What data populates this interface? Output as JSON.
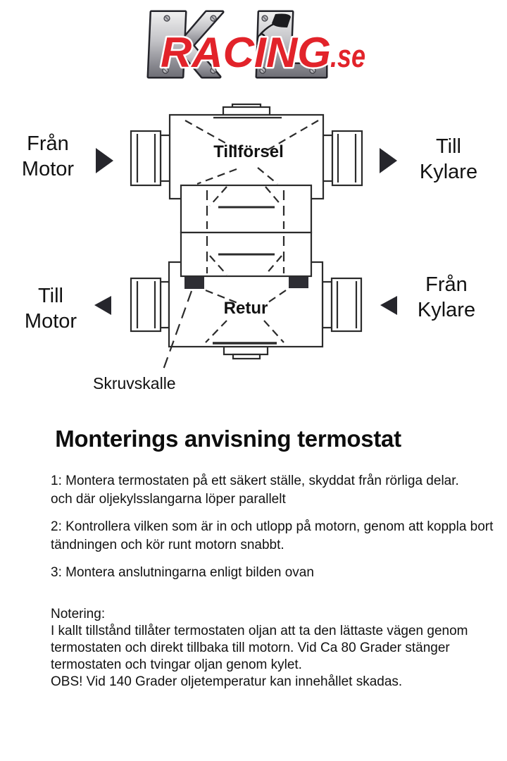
{
  "logo": {
    "letters": "KL",
    "brand": "RACING",
    "tld": ".se",
    "colors": {
      "brand_red": "#e2232a",
      "metal_light": "#ededed",
      "metal_dark": "#7e7e85"
    }
  },
  "diagram": {
    "supply_label": "Tillförsel",
    "return_label": "Retur",
    "callout_label": "Skruvskalle",
    "corners": {
      "top_left": [
        "Från",
        "Motor"
      ],
      "top_right": [
        "Till",
        "Kylare"
      ],
      "bottom_left": [
        "Till",
        "Motor"
      ],
      "bottom_right": [
        "Från",
        "Kylare"
      ]
    }
  },
  "instructions": {
    "title": "Monterings anvisning termostat",
    "steps": [
      {
        "lines": [
          "1: Montera termostaten på ett säkert ställe, skyddat från rörliga delar.",
          "och där oljekylsslangarna löper parallelt"
        ]
      },
      {
        "lines": [
          "2: Kontrollera vilken som är in och utlopp på motorn, genom att koppla bort",
          "tändningen och kör runt motorn snabbt."
        ]
      },
      {
        "lines": [
          "3: Montera anslutningarna enligt bilden ovan"
        ]
      }
    ],
    "note_heading": "Notering:",
    "note_lines": [
      "I kallt tillstånd tillåter termostaten oljan att ta den lättaste vägen genom",
      "termostaten och direkt tillbaka till motorn. Vid Ca 80 Grader stänger",
      "termostaten och tvingar oljan genom kylet.",
      "OBS! Vid 140 Grader oljetemperatur kan innehållet skadas."
    ]
  }
}
